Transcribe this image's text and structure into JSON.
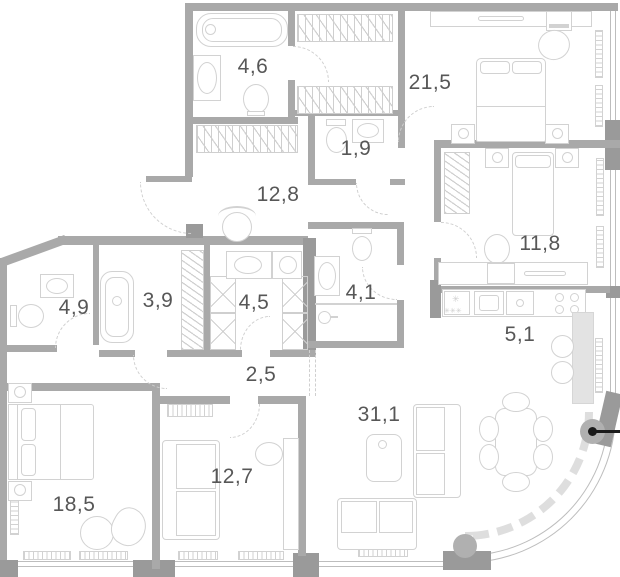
{
  "title": "apartment-floor-plan",
  "colors": {
    "bg": "#ffffff",
    "wall": "#a9a9a9",
    "wall_dark": "#9a9a9a",
    "fixture": "#d2d2d2",
    "hatch": "#cfcfcf",
    "glass": "#bdbdbd",
    "label": "#575757",
    "fill": "#b0b0b0",
    "ink": "#1a1a1a"
  },
  "rooms": [
    {
      "id": "bathroom-top",
      "area": "4,6"
    },
    {
      "id": "bedroom-master-top",
      "area": "21,5"
    },
    {
      "id": "wc-small",
      "area": "1,9"
    },
    {
      "id": "hallway",
      "area": "12,8"
    },
    {
      "id": "bedroom-right",
      "area": "11,8"
    },
    {
      "id": "bathroom-left",
      "area": "4,9"
    },
    {
      "id": "bathroom-middle",
      "area": "3,9"
    },
    {
      "id": "laundry",
      "area": "4,5"
    },
    {
      "id": "bathroom-inner",
      "area": "4,1"
    },
    {
      "id": "kitchen",
      "area": "5,1"
    },
    {
      "id": "corridor",
      "area": "2,5"
    },
    {
      "id": "living-room",
      "area": "31,1"
    },
    {
      "id": "room-bottom-middle",
      "area": "12,7"
    },
    {
      "id": "bedroom-bottom-left",
      "area": "18,5"
    }
  ],
  "icons": {
    "fridge": "✳",
    "fridge_freezer_row": "✳✳✳"
  }
}
